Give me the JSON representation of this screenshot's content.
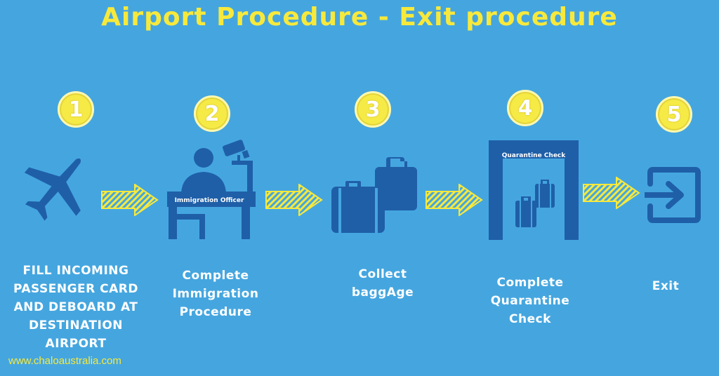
{
  "title": "Airport Procedure - Exit procedure",
  "colors": {
    "background": "#45a6df",
    "accent": "#f7e93c",
    "icon": "#1f5fa8",
    "text": "#ffffff"
  },
  "steps": [
    {
      "number": "1",
      "icon": "airplane-landing-icon",
      "label": "FILL INCOMING\nPASSENGER CARD\nAND DEBOARD AT\nDESTINATION AIRPORT"
    },
    {
      "number": "2",
      "icon": "immigration-desk-icon",
      "icon_text": "Immigration Officer",
      "label": "Complete\nImmigration\nProcedure"
    },
    {
      "number": "3",
      "icon": "baggage-icon",
      "label": "Collect\nbaggAge"
    },
    {
      "number": "4",
      "icon": "quarantine-gate-icon",
      "icon_text": "Quarantine Check",
      "label": "Complete\nQuarantine\nCheck"
    },
    {
      "number": "5",
      "icon": "exit-icon",
      "label": "Exit"
    }
  ],
  "footer": "www.chaloaustralia.com"
}
